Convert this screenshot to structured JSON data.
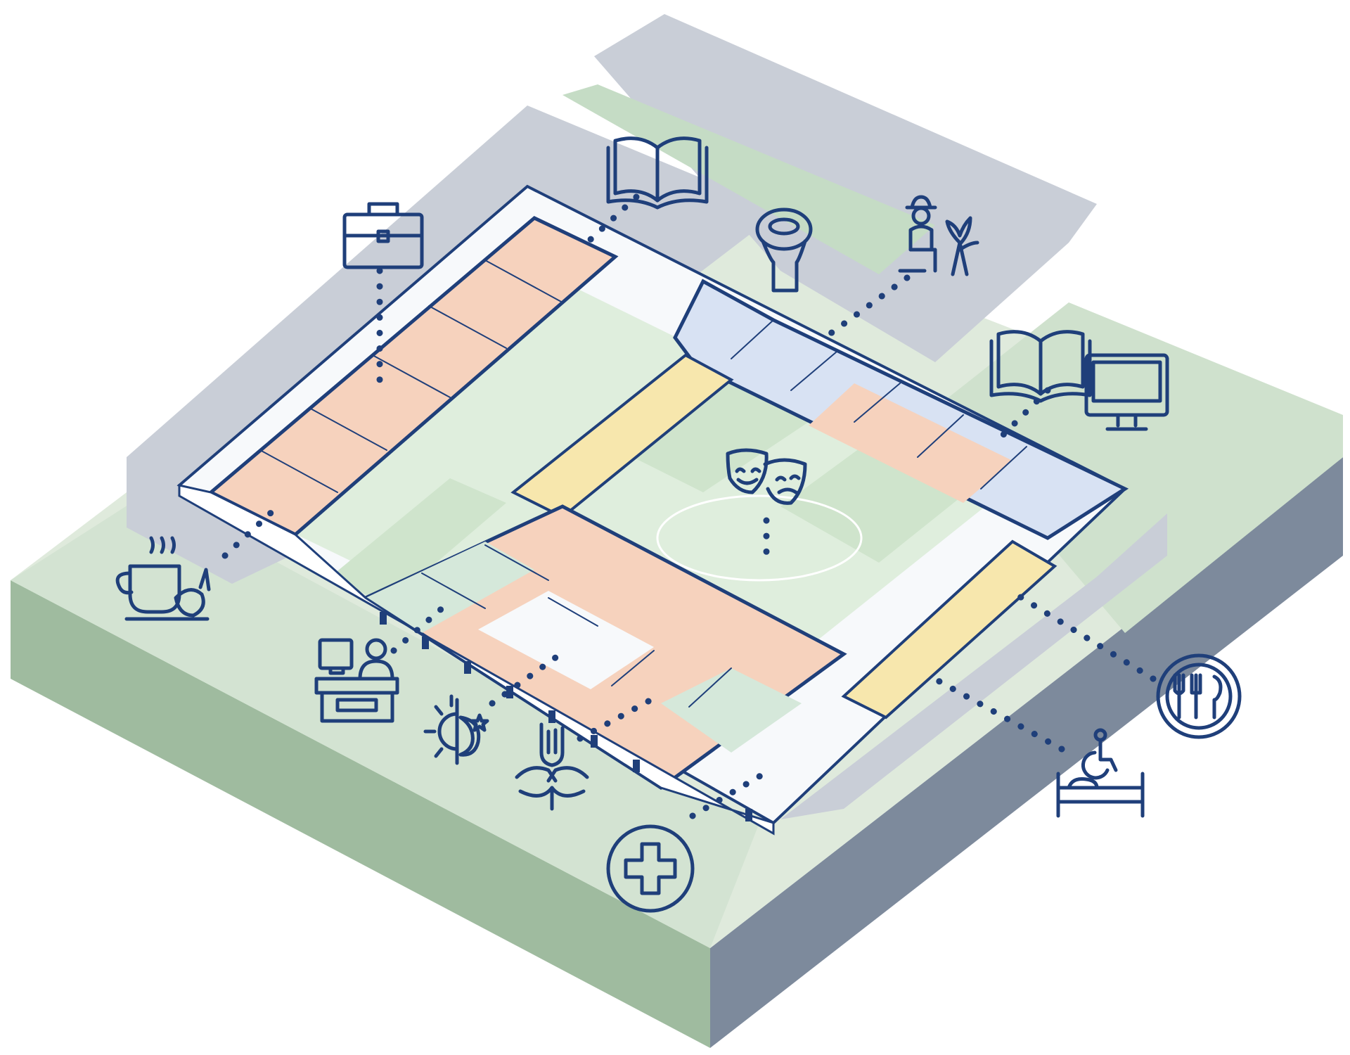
{
  "diagram": {
    "colors": {
      "ink": "#1f3f7a",
      "street": "#c9ced7",
      "grass": "#c9dcc8",
      "grass_light": "#dfeadc",
      "ground_side": "#9fbb9f",
      "ground_side_dark": "#7d8a9c",
      "zone_orange": "#f6d2bd",
      "zone_yellow": "#f7e7ad",
      "zone_blue": "#d8e2f3",
      "zone_green": "#d5e8da",
      "courtyard": "#dfeedd"
    },
    "program_icons": [
      {
        "name": "office-briefcase-icon",
        "zone": "orange"
      },
      {
        "name": "library-book-icon",
        "zone": "orange"
      },
      {
        "name": "toilet-icon",
        "zone": "blue"
      },
      {
        "name": "gardening-person-icon",
        "zone": "green"
      },
      {
        "name": "book-reading-icon",
        "zone": "orange"
      },
      {
        "name": "computer-monitor-icon",
        "zone": "orange"
      },
      {
        "name": "cafe-coffee-cup-icon",
        "zone": "orange"
      },
      {
        "name": "theatre-masks-icon",
        "zone": "courtyard"
      },
      {
        "name": "reception-desk-icon",
        "zone": "green"
      },
      {
        "name": "day-night-icon",
        "zone": "white"
      },
      {
        "name": "community-hands-icon",
        "zone": "white"
      },
      {
        "name": "medical-cross-icon",
        "zone": "green"
      },
      {
        "name": "dining-plate-cutlery-icon",
        "zone": "orange"
      },
      {
        "name": "accessible-bedroom-icon",
        "zone": "yellow"
      }
    ]
  }
}
